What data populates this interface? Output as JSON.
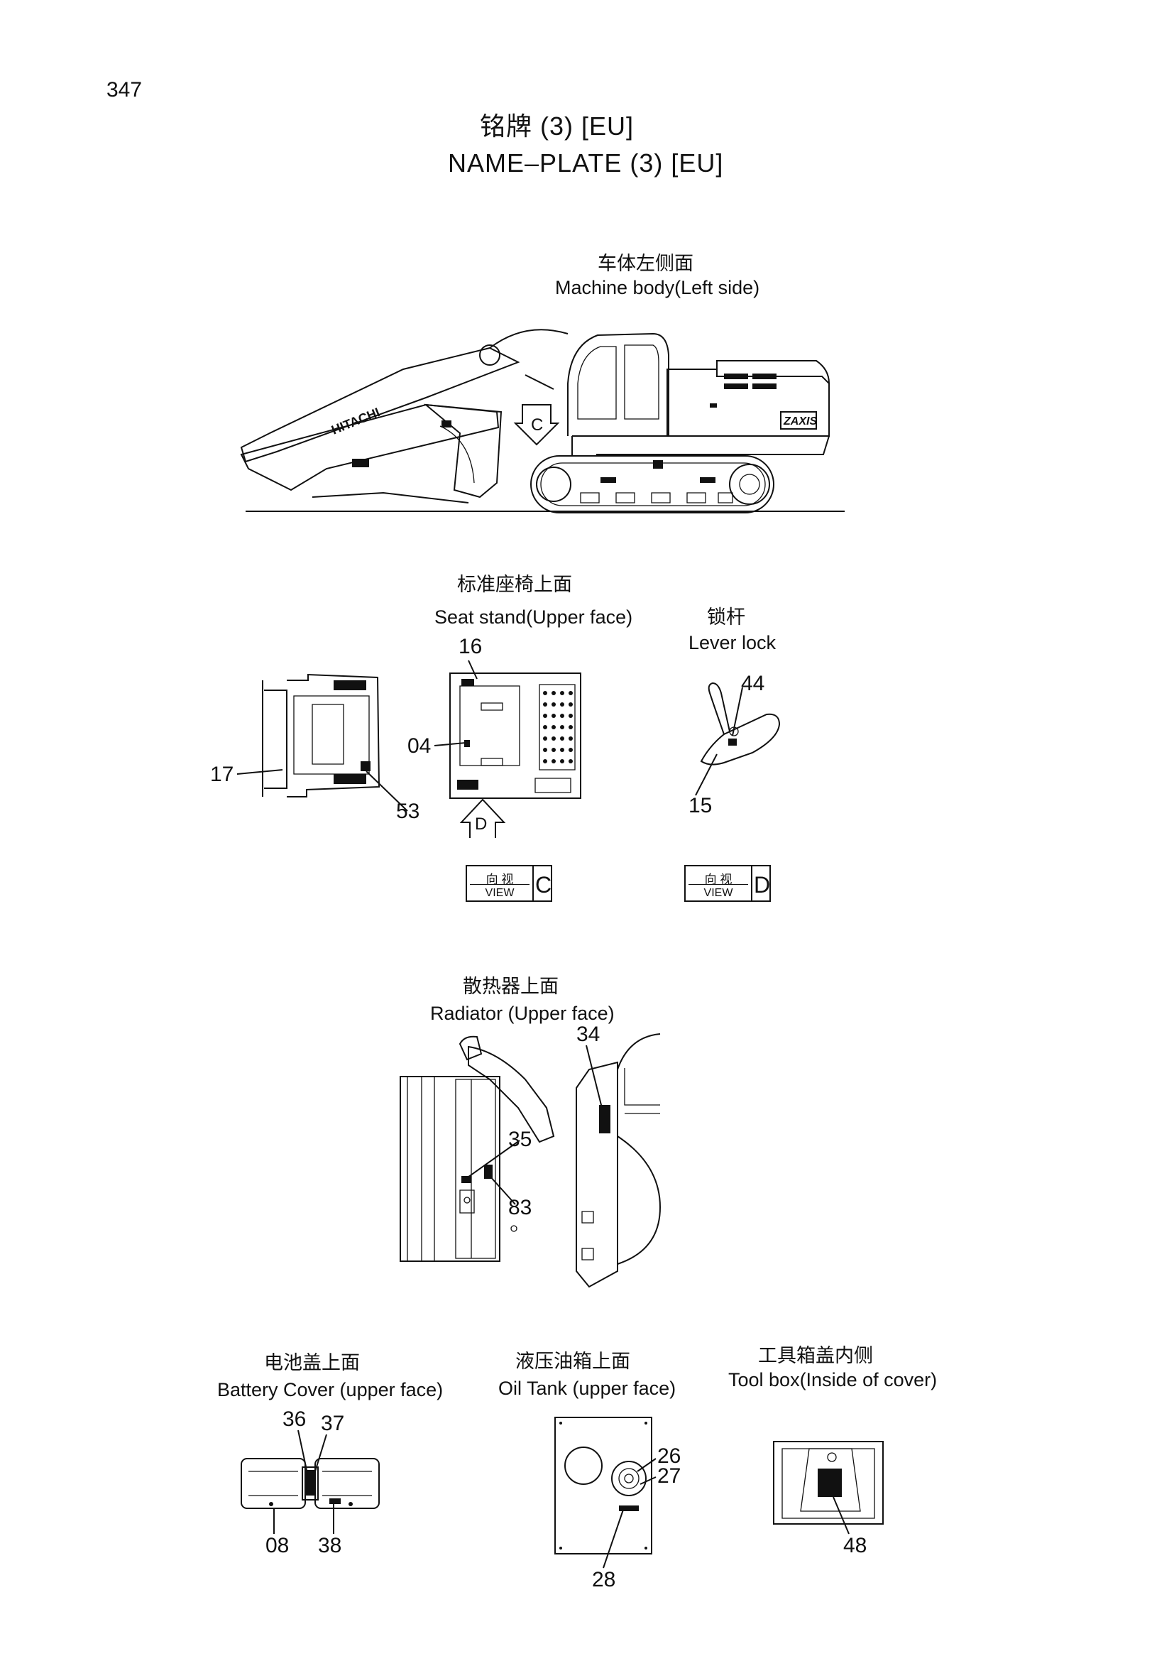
{
  "page_number": "347",
  "title_cn": "铭牌 (3) [EU]",
  "title_en": "NAME–PLATE (3) [EU]",
  "machine_body": {
    "label_cn": "车体左侧面",
    "label_en": "Machine body(Left side)",
    "arrow_label": "C",
    "brand_text": "HITACHI",
    "model_text": "ZAXIS"
  },
  "seat_stand": {
    "label_cn": "标准座椅上面",
    "label_en": "Seat stand(Upper face)",
    "parts": [
      "16",
      "04",
      "17",
      "53"
    ],
    "arrow_label": "D"
  },
  "lever_lock": {
    "label_cn": "锁杆",
    "label_en": "Lever lock",
    "parts": [
      "44",
      "15"
    ]
  },
  "views": [
    {
      "cn": "向 视",
      "en": "VIEW",
      "letter": "C"
    },
    {
      "cn": "向 视",
      "en": "VIEW",
      "letter": "D"
    }
  ],
  "radiator": {
    "label_cn": "散热器上面",
    "label_en": "Radiator (Upper face)",
    "parts": [
      "34",
      "35",
      "83"
    ]
  },
  "battery_cover": {
    "label_cn": "电池盖上面",
    "label_en": "Battery Cover (upper face)",
    "parts": [
      "36",
      "37",
      "08",
      "38"
    ]
  },
  "oil_tank": {
    "label_cn": "液压油箱上面",
    "label_en": "Oil Tank (upper face)",
    "parts": [
      "26",
      "27",
      "28"
    ]
  },
  "tool_box": {
    "label_cn": "工具箱盖内侧",
    "label_en": "Tool box(Inside of cover)",
    "parts": [
      "48"
    ]
  }
}
